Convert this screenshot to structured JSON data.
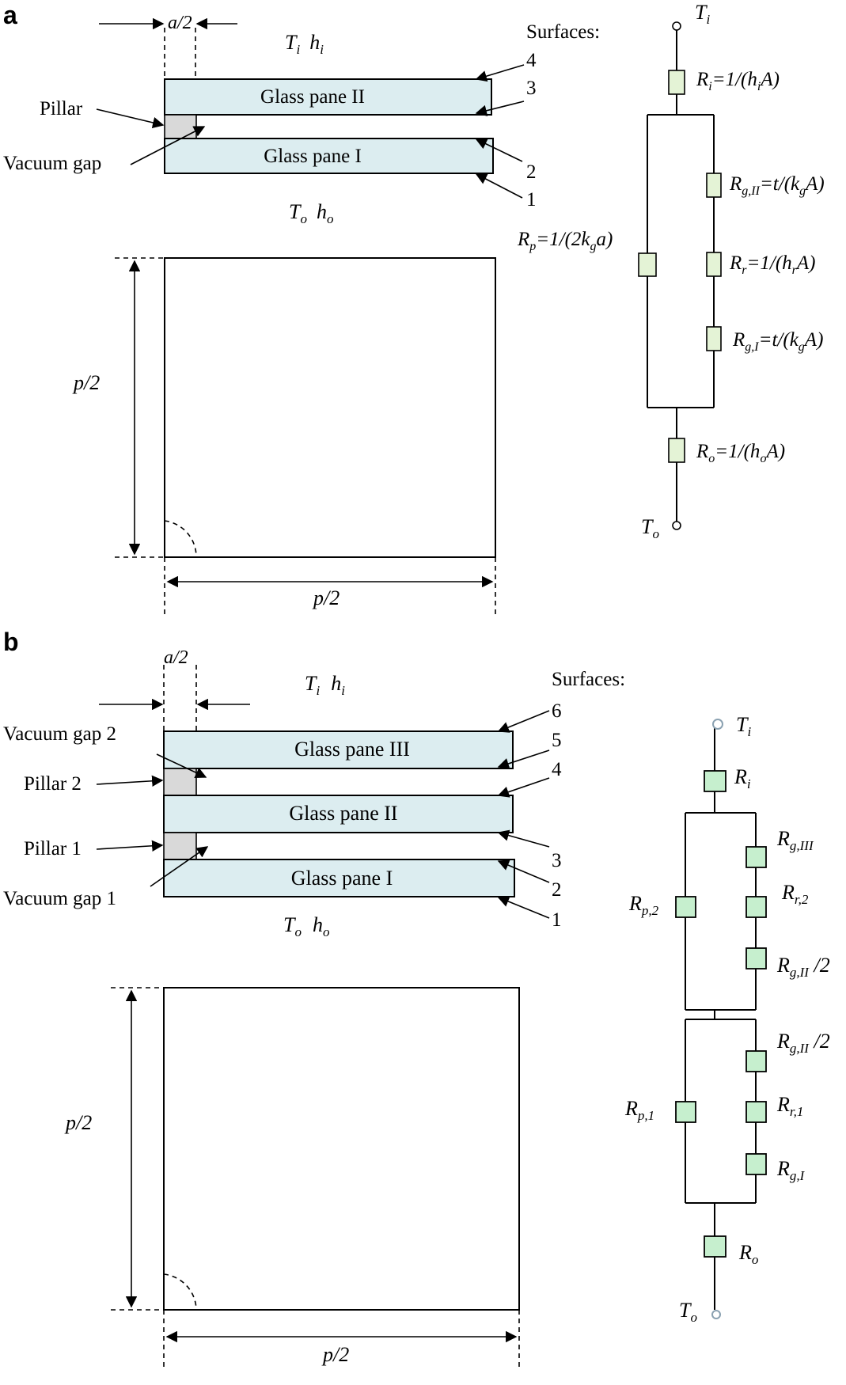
{
  "panel_a": {
    "letter": "a",
    "dim_a_half": "a/2",
    "Ti": "T",
    "Ti_sub": "i",
    "hi": "h",
    "hi_sub": "i",
    "To": "T",
    "To_sub": "o",
    "ho": "h",
    "ho_sub": "o",
    "surfaces_title": "Surfaces:",
    "surface_numbers": [
      "4",
      "3",
      "2",
      "1"
    ],
    "pane_top": "Glass pane II",
    "pane_bottom": "Glass pane I",
    "pillar_label": "Pillar",
    "gap_label": "Vacuum gap",
    "dim_p_half_v": "p/2",
    "dim_p_half_h": "p/2",
    "circuit": {
      "Ti": "T",
      "Ti_sub": "i",
      "To": "T",
      "To_sub": "o",
      "Ri": {
        "main": "R",
        "sub": "i",
        "eq": "=1/(h",
        "eq_sub": "i",
        "tail": "A)"
      },
      "Rg2": {
        "main": "R",
        "sub": "g,II",
        "eq": "=t/(k",
        "eq_sub": "g",
        "tail": "A)"
      },
      "Rr": {
        "main": "R",
        "sub": "r",
        "eq": "=1/(h",
        "eq_sub": "r",
        "tail": "A)"
      },
      "Rg1": {
        "main": "R",
        "sub": "g,I",
        "eq": "=t/(k",
        "eq_sub": "g",
        "tail": "A)"
      },
      "Rp": {
        "main": "R",
        "sub": "p",
        "eq": "=1/(2k",
        "eq_sub": "g",
        "tail": "a)"
      },
      "Ro": {
        "main": "R",
        "sub": "o",
        "eq": "=1/(h",
        "eq_sub": "o",
        "tail": "A)"
      }
    }
  },
  "panel_b": {
    "letter": "b",
    "dim_a_half": "a/2",
    "Ti": "T",
    "Ti_sub": "i",
    "hi": "h",
    "hi_sub": "i",
    "To": "T",
    "To_sub": "o",
    "ho": "h",
    "ho_sub": "o",
    "surfaces_title": "Surfaces:",
    "surface_numbers": [
      "6",
      "5",
      "4",
      "3",
      "2",
      "1"
    ],
    "pane_top": "Glass pane III",
    "pane_mid": "Glass pane II",
    "pane_bottom": "Glass pane I",
    "gap2_label": "Vacuum gap 2",
    "pillar2_label": "Pillar 2",
    "pillar1_label": "Pillar 1",
    "gap1_label": "Vacuum gap 1",
    "dim_p_half_v": "p/2",
    "dim_p_half_h": "p/2",
    "circuit": {
      "Ti": "T",
      "Ti_sub": "i",
      "To": "T",
      "To_sub": "o",
      "Ri": {
        "main": "R",
        "sub": "i"
      },
      "Rg3": {
        "main": "R",
        "sub": "g,III"
      },
      "Rr2": {
        "main": "R",
        "sub": "r,2"
      },
      "Rg2_half_top": {
        "main": "R",
        "sub": "g,II",
        "tail": " /2"
      },
      "Rp2": {
        "main": "R",
        "sub": "p,2"
      },
      "Rg2_half_bot": {
        "main": "R",
        "sub": "g,II",
        "tail": " /2"
      },
      "Rr1": {
        "main": "R",
        "sub": "r,1"
      },
      "Rg1": {
        "main": "R",
        "sub": "g,I"
      },
      "Rp1": {
        "main": "R",
        "sub": "p,1"
      },
      "Ro": {
        "main": "R",
        "sub": "o"
      }
    }
  }
}
